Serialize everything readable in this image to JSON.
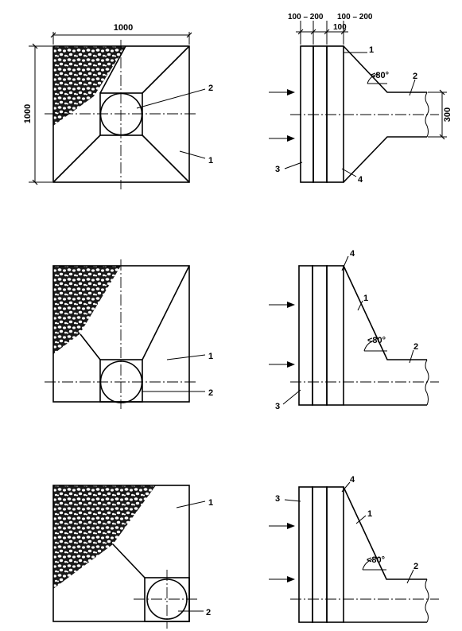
{
  "labels": {
    "d1000_h": "1000",
    "d1000_v": "1000",
    "d100_200_a": "100 – 200",
    "d100_200_b": "100 – 200",
    "d100": "100",
    "d300": "300",
    "angle": "<80°",
    "n1": "1",
    "n2": "2",
    "n3": "3",
    "n4": "4"
  }
}
